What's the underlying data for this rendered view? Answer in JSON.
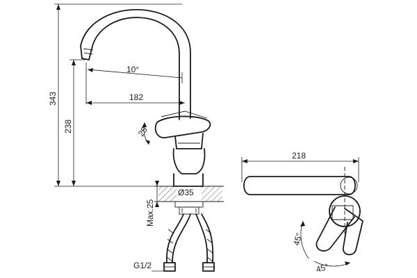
{
  "dimensions": {
    "height_total": "343",
    "height_spout": "238",
    "angle_spout": "10°",
    "reach": "182",
    "handle_angle": "25°",
    "counter_max": "Max.25",
    "hole_diameter": "Ø35",
    "thread": "G1/2",
    "top_view_length": "218",
    "top_angle_left": "45°",
    "top_angle_right": "45°"
  }
}
